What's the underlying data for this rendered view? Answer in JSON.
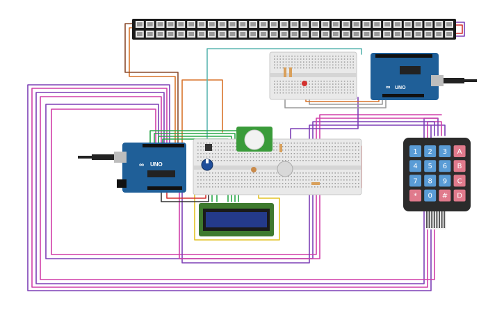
{
  "colors": {
    "wire_magenta": "#d13fa8",
    "wire_purple": "#7d3fb6",
    "wire_orange": "#d9742b",
    "wire_brown": "#8a4a2b",
    "wire_teal": "#5bb6b0",
    "wire_green": "#2aa84a",
    "wire_yellow": "#e2c223",
    "wire_gray": "#9a9a9a",
    "wire_black": "#333333",
    "wire_red": "#d3312f",
    "arduino_blue": "#1f5f98",
    "keypad_body": "#2b2b2b",
    "key_blue": "#5a9cd6",
    "key_red": "#e07a8c",
    "lcd_screen": "#243a8a",
    "lcd_frame": "#3e7a2e",
    "pir_green": "#3a9b3a"
  },
  "arduino_main": {
    "brand": "UNO",
    "logo": "∞"
  },
  "arduino_small": {
    "brand": "UNO",
    "logo": "∞"
  },
  "keypad": {
    "keys": [
      {
        "label": "1",
        "kind": "num"
      },
      {
        "label": "2",
        "kind": "num"
      },
      {
        "label": "3",
        "kind": "num"
      },
      {
        "label": "A",
        "kind": "fn"
      },
      {
        "label": "4",
        "kind": "num"
      },
      {
        "label": "5",
        "kind": "num"
      },
      {
        "label": "6",
        "kind": "num"
      },
      {
        "label": "B",
        "kind": "fn"
      },
      {
        "label": "7",
        "kind": "num"
      },
      {
        "label": "8",
        "kind": "num"
      },
      {
        "label": "9",
        "kind": "num"
      },
      {
        "label": "C",
        "kind": "fn"
      },
      {
        "label": "*",
        "kind": "fn"
      },
      {
        "label": "0",
        "kind": "num"
      },
      {
        "label": "#",
        "kind": "fn"
      },
      {
        "label": "D",
        "kind": "fn"
      }
    ]
  }
}
